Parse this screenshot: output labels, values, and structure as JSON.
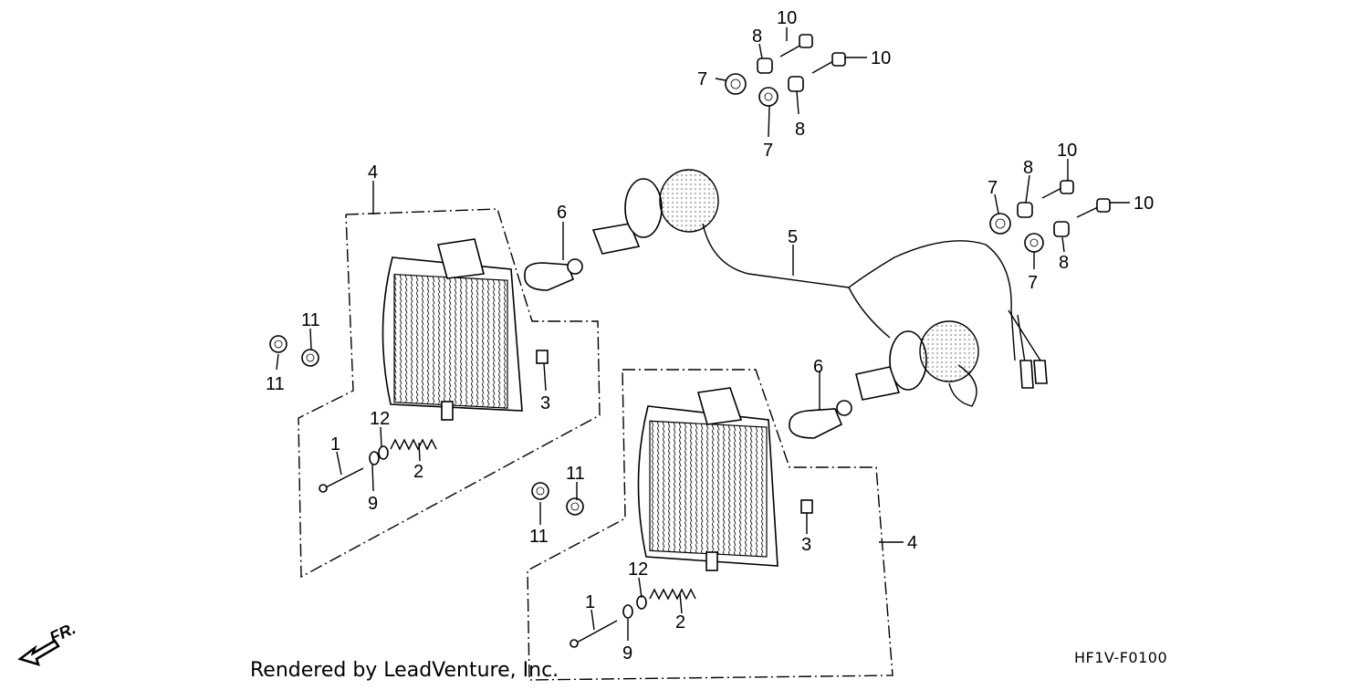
{
  "callouts": {
    "c10a": "10",
    "c8a": "8",
    "c7a": "7",
    "c10b": "10",
    "c8b": "8",
    "c7b": "7",
    "c10c": "10",
    "c8c": "8",
    "c7c": "7",
    "c10d": "10",
    "c8d": "8",
    "c7d": "7",
    "c4a": "4",
    "c6a": "6",
    "c5": "5",
    "c11a": "11",
    "c11b": "11",
    "c3a": "3",
    "c12a": "12",
    "c1a": "1",
    "c2a": "2",
    "c9a": "9",
    "c6b": "6",
    "c11c": "11",
    "c11d": "11",
    "c3b": "3",
    "c4b": "4",
    "c12b": "12",
    "c1b": "1",
    "c2b": "2",
    "c9b": "9"
  },
  "direction_label": "FR.",
  "rendered_by": "Rendered by LeadVenture, Inc.",
  "drawing_code": "HF1V-F0100"
}
